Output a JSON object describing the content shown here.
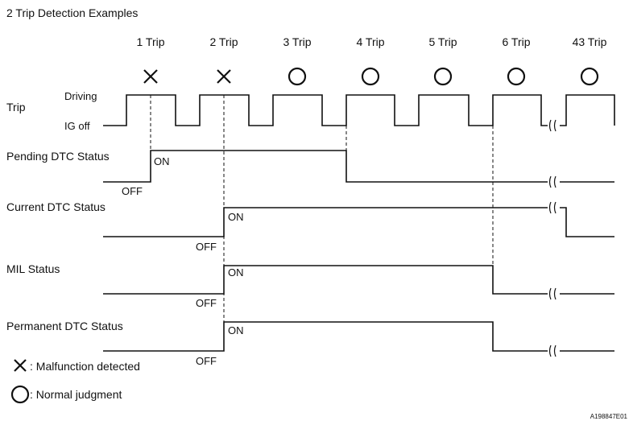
{
  "title": "2 Trip Detection Examples",
  "trips": [
    "1 Trip",
    "2 Trip",
    "3 Trip",
    "4 Trip",
    "5 Trip",
    "6 Trip",
    "43 Trip"
  ],
  "judgments": [
    "malfunction",
    "malfunction",
    "normal",
    "normal",
    "normal",
    "normal",
    "normal"
  ],
  "trip_row": {
    "label": "Trip",
    "high_label": "Driving",
    "low_label": "IG off"
  },
  "pending_row": {
    "label": "Pending DTC Status",
    "on_label": "ON",
    "off_label": "OFF"
  },
  "current_row": {
    "label": "Current DTC Status",
    "on_label": "ON",
    "off_label": "OFF"
  },
  "mil_row": {
    "label": "MIL Status",
    "on_label": "ON",
    "off_label": "OFF"
  },
  "permanent_row": {
    "label": "Permanent DTC Status",
    "on_label": "ON",
    "off_label": "OFF"
  },
  "legend": {
    "malfunction": ": Malfunction detected",
    "normal": ": Normal judgment"
  },
  "figure_code": "A198847E01",
  "icons": {
    "malfunction": "x-mark-icon",
    "normal": "circle-icon",
    "break": "axis-break-icon"
  }
}
